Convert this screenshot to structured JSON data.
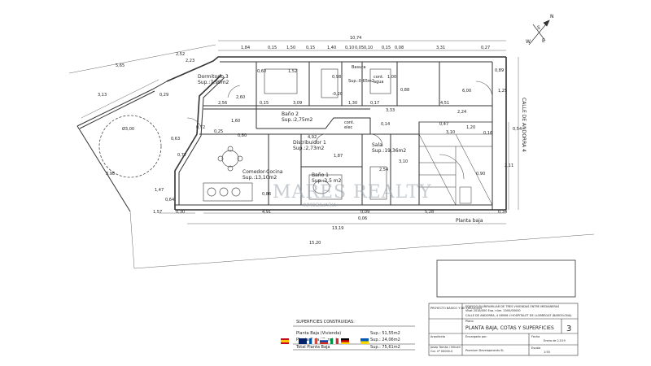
{
  "plan": {
    "compass_n": "N",
    "compass_e": "E",
    "compass_w": "W",
    "compass_s": "S",
    "street": "CALLE DE ANDORRA 4",
    "floor_label": "Planta baja",
    "watermark": "MARES REALTY",
    "watermark_sub": "INMOBILIARIA",
    "rooms": {
      "dormitorio": "Dormitorio 3",
      "dormitorio_sup": "Sup.:7,99m2",
      "bano2": "Baño 2",
      "bano2_sup": "Sup.:2,75m2",
      "basura_small": "Basura",
      "basura_sup": "Sup.:0,65m2",
      "cont_agua": "cont.",
      "cont_agua2": "agua",
      "cont_elec": "cont.",
      "cont_elec2": "elec",
      "distribuidor": "Distribuidor 1",
      "distribuidor_sup": "Sup.:2,73m2",
      "sala": "Sala",
      "sala_sup": "Sup.:19,36m2",
      "comedor": "Comedor-Cocina",
      "comedor_sup": "Sup.:13,10m2",
      "bano1": "Baño 1",
      "bano1_sup": "Sup.:3,5 m2",
      "circle_dim": "Ø3,00"
    },
    "dims": {
      "top_total": "10,74",
      "d_184": "1,84",
      "d_015a": "0,15",
      "d_150": "1,50",
      "d_015b": "0,15",
      "d_140": "1,40",
      "d_010": "0,10",
      "d_005": "0,05",
      "d_010b": "0,10",
      "d_015c": "0,15",
      "d_008": "0,08",
      "d_331": "3,31",
      "d_027": "0,27",
      "left_565": "5,65",
      "left_252": "2,52",
      "left_223": "2,23",
      "left_313": "3,13",
      "left_398": "3,98",
      "left_147": "1,47",
      "left_064": "0,64",
      "bot_157": "1,57",
      "bot_030": "0,30",
      "bot_491": "4,91",
      "bot_009": "0,09",
      "bot_528": "5,28",
      "bot_034": "0,34",
      "bot_1319": "13,19",
      "bot_1520": "15,20",
      "r_600": "6,00",
      "r_125": "1,25",
      "r_089": "0,89",
      "r_054": "0,54",
      "r_211": "2,11",
      "r_120": "1,20",
      "r_090": "0,90",
      "i_256": "2,56",
      "i_260": "2,60",
      "i_492": "4,92",
      "i_333": "3,33",
      "i_224": "2,24",
      "i_451": "4,51",
      "i_309": "3,09",
      "i_130": "1,30",
      "i_152": "1,52",
      "i_060": "0,60",
      "i_020": "-0,20",
      "i_098": "0,98",
      "i_100": "1,00",
      "i_088": "0,88",
      "i_017": "0,17",
      "i_014": "0,14",
      "i_254": "2,54",
      "i_310": "3,10",
      "i_310b": "3,10",
      "i_072": "0,72",
      "i_080": "0,80",
      "i_025": "0,25",
      "i_047": "0,47",
      "i_016": "0,16",
      "i_160": "1,60",
      "i_086": "0,86",
      "i_015": "0,15",
      "i_187": "1,87",
      "i_063": "0,63",
      "i_077": "0,77",
      "i_029": "0,29",
      "i_006": "0,06"
    }
  },
  "surfaces": {
    "title": "SUPERFICIES CONSTRUIDAS:",
    "rows": [
      {
        "label": "Planta Baja (Vivienda)",
        "value": "Sup.: 51,55m2"
      },
      {
        "label": "Planta Baja (Garaje)",
        "value": "Sup.: 24,06m2"
      },
      {
        "label": "Total Planta Baja",
        "value": "Sup.: 75,61m2"
      }
    ]
  },
  "title_block": {
    "proyecto_label": "PROYECTO BÁSICO Y DE EJECUCIÓN",
    "proyecto_desc": "EDIFICIO PLURIFAMILIAR DE TRES VIVIENDAS ENTRE MEDIANERAS",
    "proyecto_visado": "Visat 2018/000 Exp. núm. 2000/00000",
    "proyecto_address": "CALLE DE ANDORRA, 4 08906 L'HOSPITALET DE LLOBREGAT (BARCELONA)",
    "plano_label": "Plano",
    "plano_title": "PLANTA BAJA, COTAS Y SUPERFICIES",
    "plano_number": "3",
    "arquitecto_label": "Arquitecto",
    "arquitecto_name": "Josep Tomàs i Viñuell",
    "arquitecto_col": "Col. nº 00000-0",
    "encargo_label": "Encargado por:",
    "encargo_name": "Promium Developments SL",
    "fecha_label": "Fecha",
    "fecha_value": "Enero de 2.019",
    "escala_label": "Escala",
    "escala_value": "1:50"
  },
  "colors": {
    "line": "#333333",
    "thin": "#777777",
    "watermark": "#9aa3ad"
  }
}
